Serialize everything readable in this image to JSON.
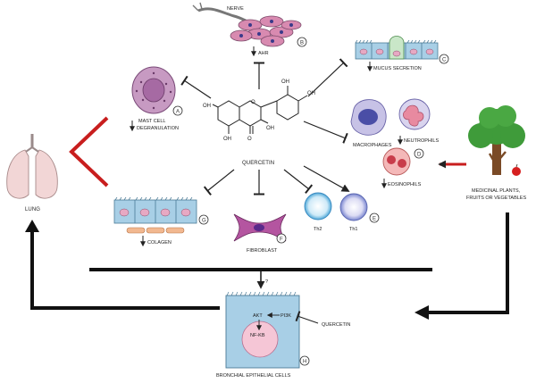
{
  "labels": {
    "nerve": "NERVE",
    "ahr": "AHR",
    "mucus": "MUCUS SECRETION",
    "mast1": "MAST CELL",
    "mast2": "DEGRANULATION",
    "macrophages": "MACROPHAGES",
    "neutrophils": "NEUTROPHILS",
    "eosinophils": "EOSINOPHILS",
    "quercetin": "QUERCETIN",
    "lung": "LUNG",
    "medicinal1": "MEDICINAL PLANTS,",
    "medicinal2": "FRUITS OR VEGETABLES",
    "colagen": "COLAGEN",
    "fibroblast": "FIBROBLAST",
    "th2": "Th2",
    "th1": "Th1",
    "question": "?",
    "akt": "AKT",
    "pi3k": "PI3K",
    "nfkb": "NF-KB",
    "quercetin2": "QUERCETIN",
    "bronchial": "BRONCHIAL EPITHELIAL CELLS"
  },
  "chem": {
    "oh": "OH",
    "o": "O"
  },
  "markers": [
    "A",
    "B",
    "C",
    "D",
    "E",
    "F",
    "G",
    "H"
  ],
  "colors": {
    "epithelium": "#a8cfe6",
    "nucleus": "#e7a9c3",
    "mast_cell": "#c79ac2",
    "red_arrow": "#c81e1e",
    "tree_green": "#3f9b3a",
    "tree_trunk": "#7a4a26",
    "lung": "#f2d6d6",
    "fibroblast": "#b455a0",
    "th_cell": "#7fc4e8"
  }
}
